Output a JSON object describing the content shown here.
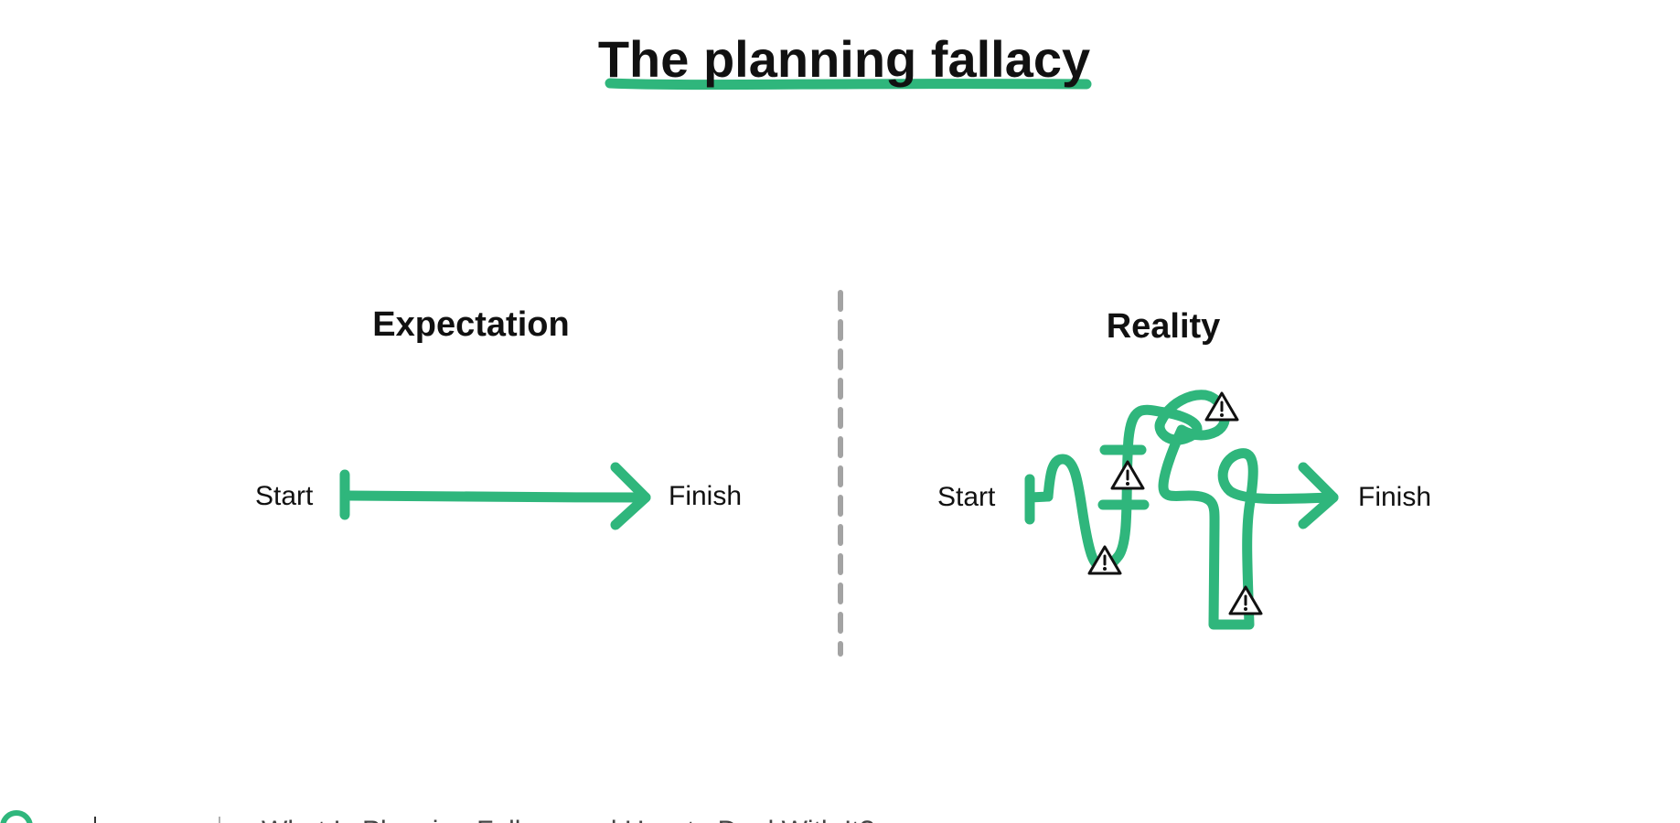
{
  "title": "The planning fallacy",
  "colors": {
    "accent": "#2fb67c",
    "text": "#111111",
    "divider": "#a3a3a3",
    "warning_stroke": "#111111",
    "warning_fill": "#ffffff"
  },
  "expectation": {
    "heading": "Expectation",
    "start_label": "Start",
    "finish_label": "Finish"
  },
  "reality": {
    "heading": "Reality",
    "start_label": "Start",
    "finish_label": "Finish",
    "warning_icon": "warning-triangle-icon",
    "warning_count": 4
  },
  "footer": {
    "logo_icon": "circle-logo-icon",
    "text": "What Is Planning Fallacy and How to Deal With It?"
  }
}
